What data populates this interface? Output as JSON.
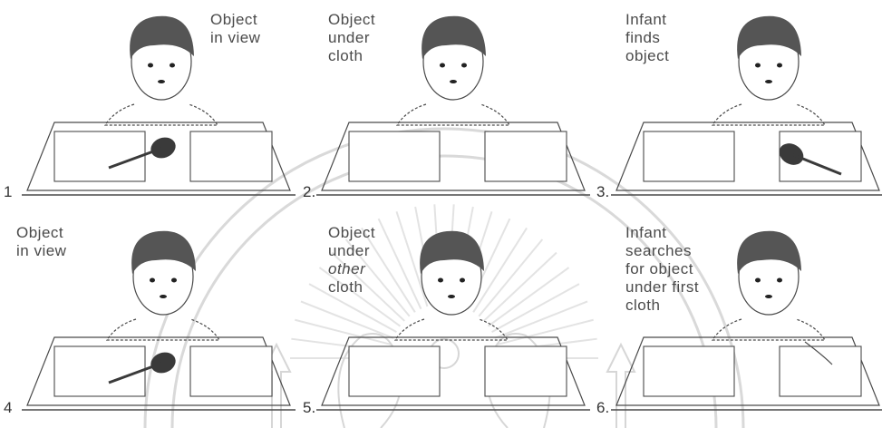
{
  "panels": [
    {
      "number": "1",
      "lines": [
        "Object",
        "in view"
      ],
      "italic_line": -1,
      "object": "rattle-on-table"
    },
    {
      "number": "2.",
      "lines": [
        "Object",
        "under",
        "cloth"
      ],
      "italic_line": -1,
      "object": "hidden"
    },
    {
      "number": "3.",
      "lines": [
        "Infant",
        "finds",
        "object"
      ],
      "italic_line": -1,
      "object": "rattle-in-hand"
    },
    {
      "number": "4",
      "lines": [
        "Object",
        "in view"
      ],
      "italic_line": -1,
      "object": "rattle-on-table"
    },
    {
      "number": "5.",
      "lines": [
        "Object",
        "under",
        "other",
        "cloth"
      ],
      "italic_line": 2,
      "object": "hidden"
    },
    {
      "number": "6.",
      "lines": [
        "Infant",
        "searches",
        "for object",
        "under first",
        "cloth"
      ],
      "italic_line": -1,
      "object": "reaching"
    }
  ],
  "colors": {
    "ink": "#4a4a4a",
    "hair": "#555555",
    "watermark": "#cfcfcf"
  },
  "watermark": "seal-logo"
}
